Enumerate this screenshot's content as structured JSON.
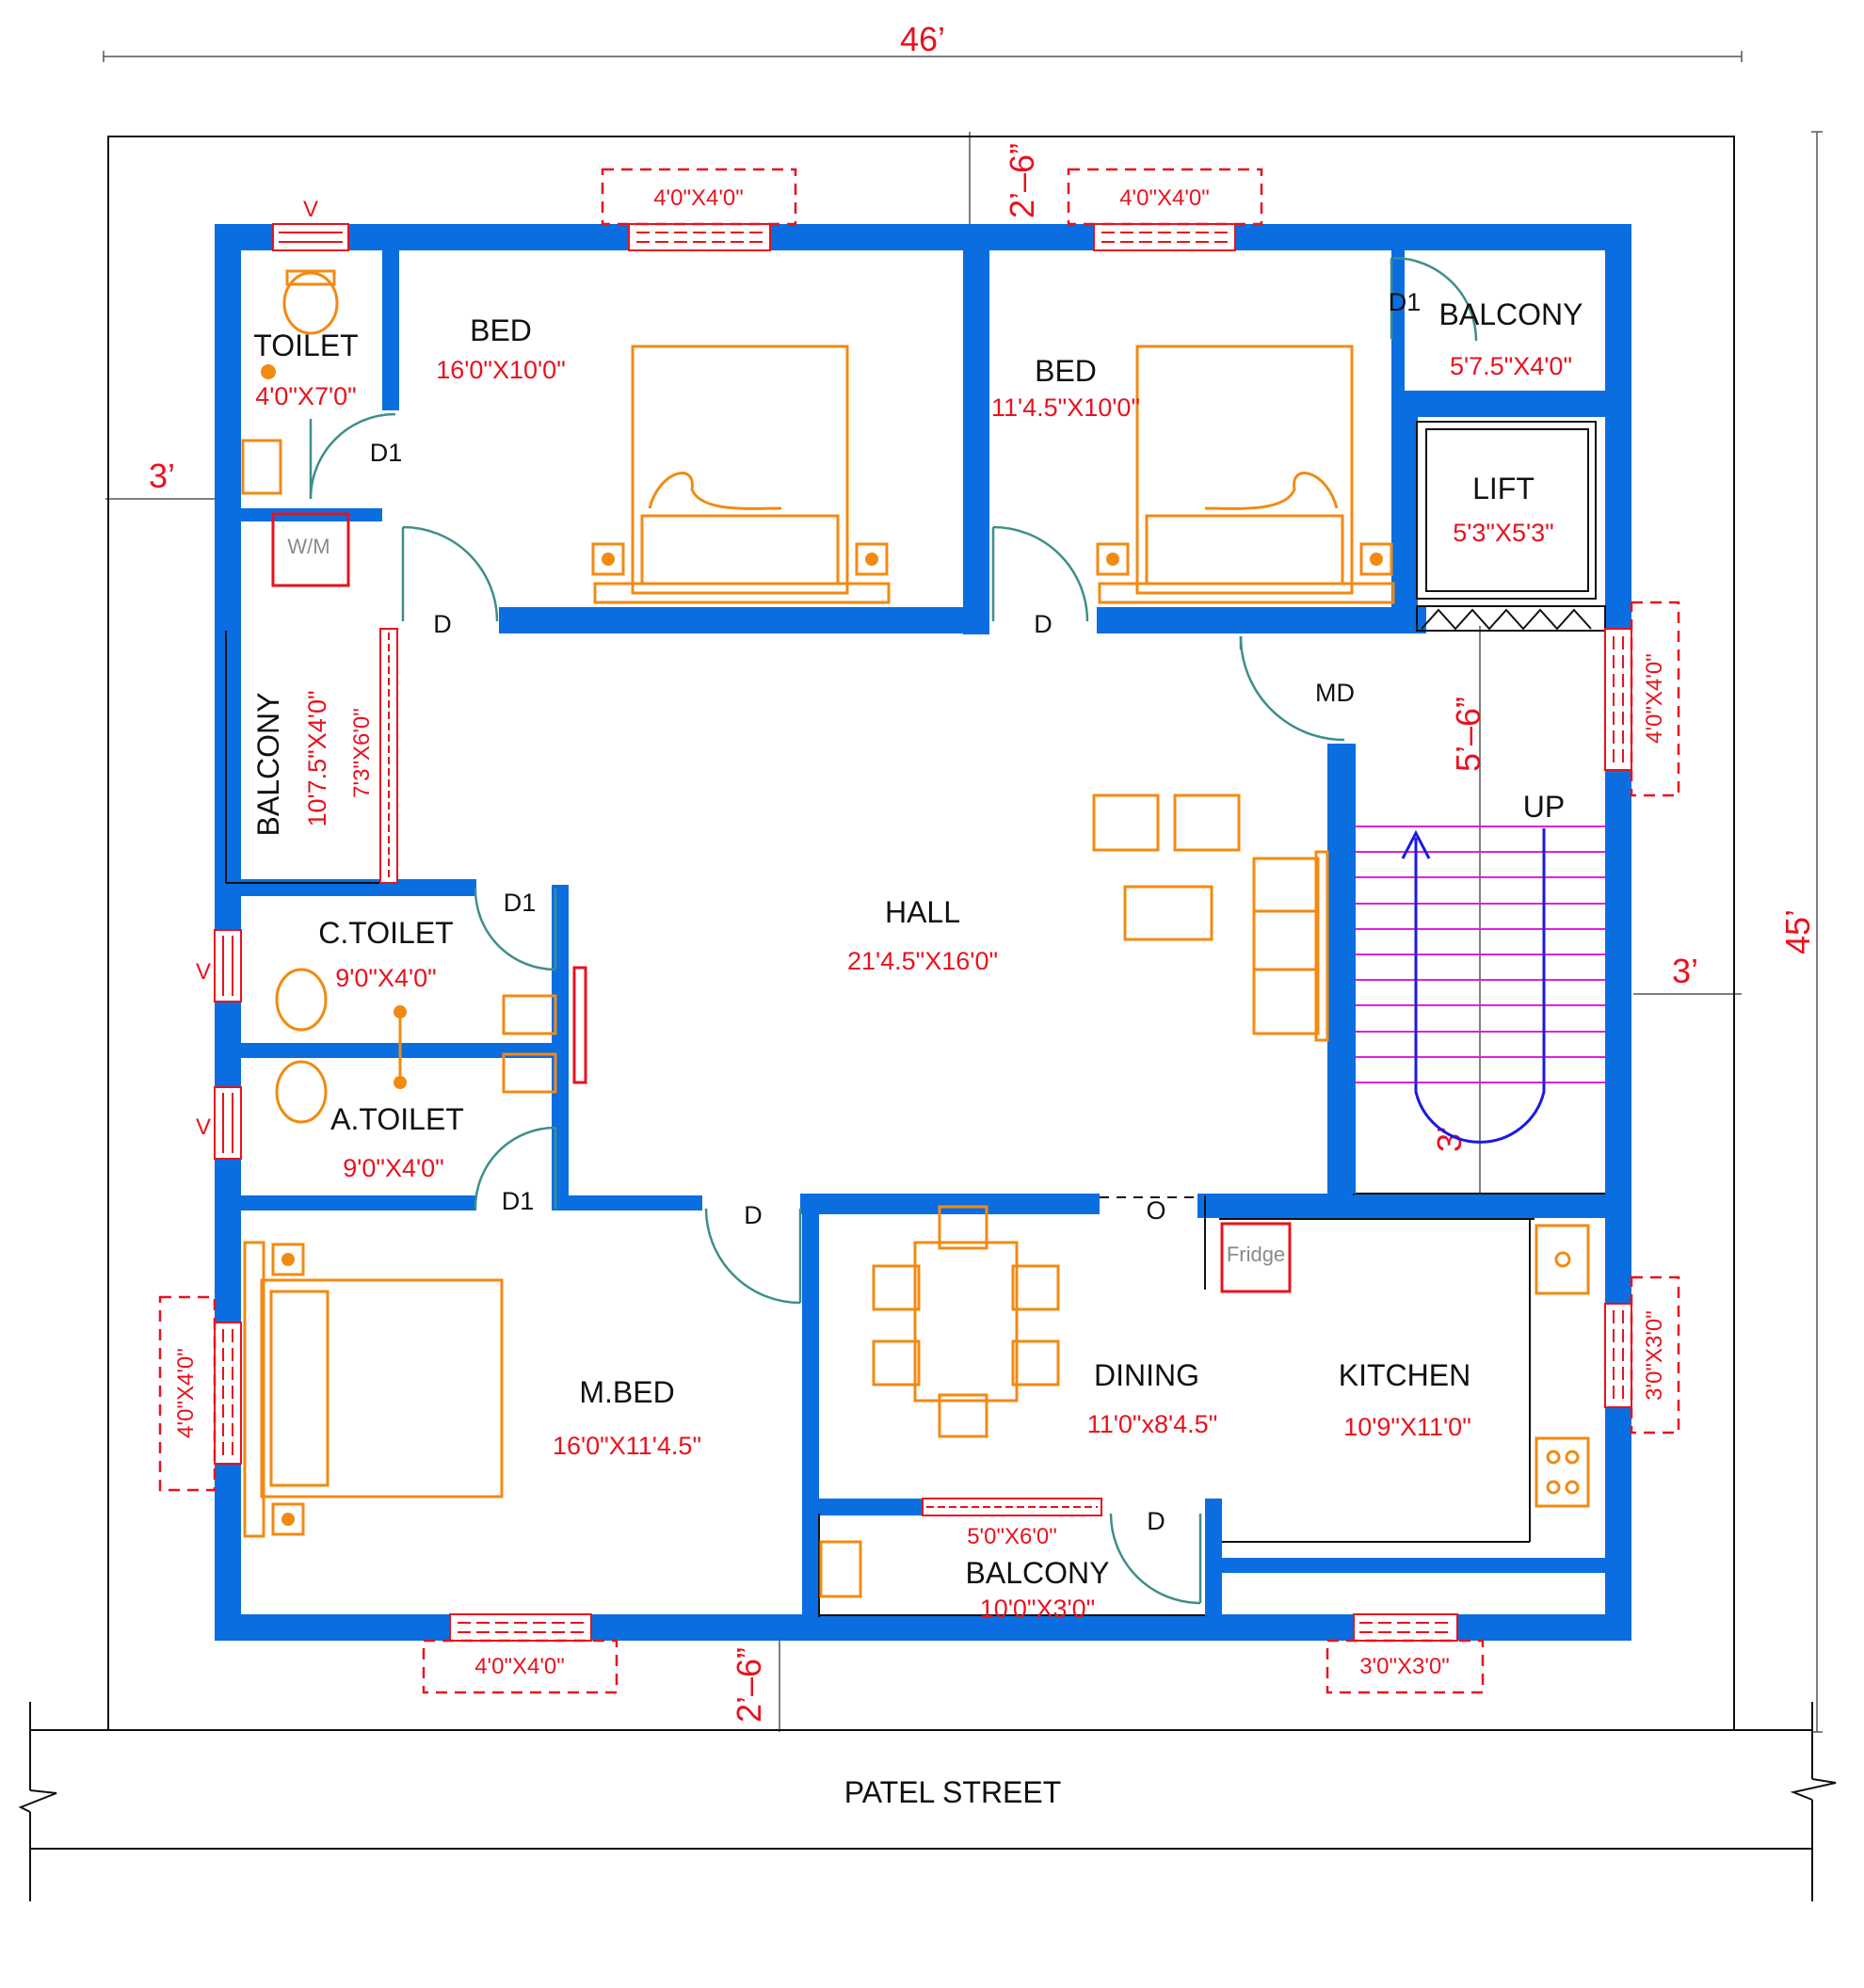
{
  "dimensions": {
    "overall_width": "46’",
    "overall_depth": "45’",
    "left_setback": "3’",
    "right_setback": "3’",
    "top_setback": "2’–6”",
    "bottom_setback": "2’–6”",
    "lift_gap": "5’–6”",
    "stair_gap": "3’"
  },
  "rooms": {
    "toilet": {
      "name": "TOILET",
      "size": "4'0\"X7'0\""
    },
    "bed1": {
      "name": "BED",
      "size": "16'0\"X10'0\""
    },
    "bed2": {
      "name": "BED",
      "size": "11'4.5\"X10'0\""
    },
    "balcony_top": {
      "name": "BALCONY",
      "size": "5'7.5\"X4'0\""
    },
    "lift": {
      "name": "LIFT",
      "size": "5'3\"X5'3\""
    },
    "balcony_left": {
      "name": "BALCONY",
      "size": "10'7.5\"X4'0\""
    },
    "hall": {
      "name": "HALL",
      "size": "21'4.5\"X16'0\""
    },
    "ctoilet": {
      "name": "C.TOILET",
      "size": "9'0\"X4'0\""
    },
    "atoilet": {
      "name": "A.TOILET",
      "size": "9'0\"X4'0\""
    },
    "mbed": {
      "name": "M.BED",
      "size": "16'0\"X11'4.5\""
    },
    "dining": {
      "name": "DINING",
      "size": "11'0\"x8'4.5\""
    },
    "kitchen": {
      "name": "KITCHEN",
      "size": "10'9\"X11'0\""
    },
    "balcony_bottom": {
      "name": "BALCONY",
      "size": "10'0\"X3'0\""
    }
  },
  "doors": {
    "d1": "D1",
    "d": "D",
    "md": "MD",
    "o": "O"
  },
  "windows": {
    "bed1_top": "4'0\"X4'0\"",
    "bed2_top": "4'0\"X4'0\"",
    "right_upper": "4'0\"X4'0\"",
    "right_kitchen": "3'0\"X3'0\"",
    "left_mbed": "4'0\"X4'0\"",
    "bottom_mbed": "4'0\"X4'0\"",
    "bottom_kitchen": "3'0\"X3'0\"",
    "balcony_window": "7'3\"X6'0\"",
    "balcony_bottom_window": "5'0\"X6'0\"",
    "vent": "V"
  },
  "labels": {
    "washing_machine": "W/M",
    "fridge": "Fridge",
    "stair_up": "UP",
    "street": "PATEL STREET"
  },
  "colors": {
    "wall": "#0a6ee0",
    "dimension": "#e8121e",
    "furniture": "#f28a12",
    "door": "#3f8e8a",
    "stair": "#e020e0"
  }
}
